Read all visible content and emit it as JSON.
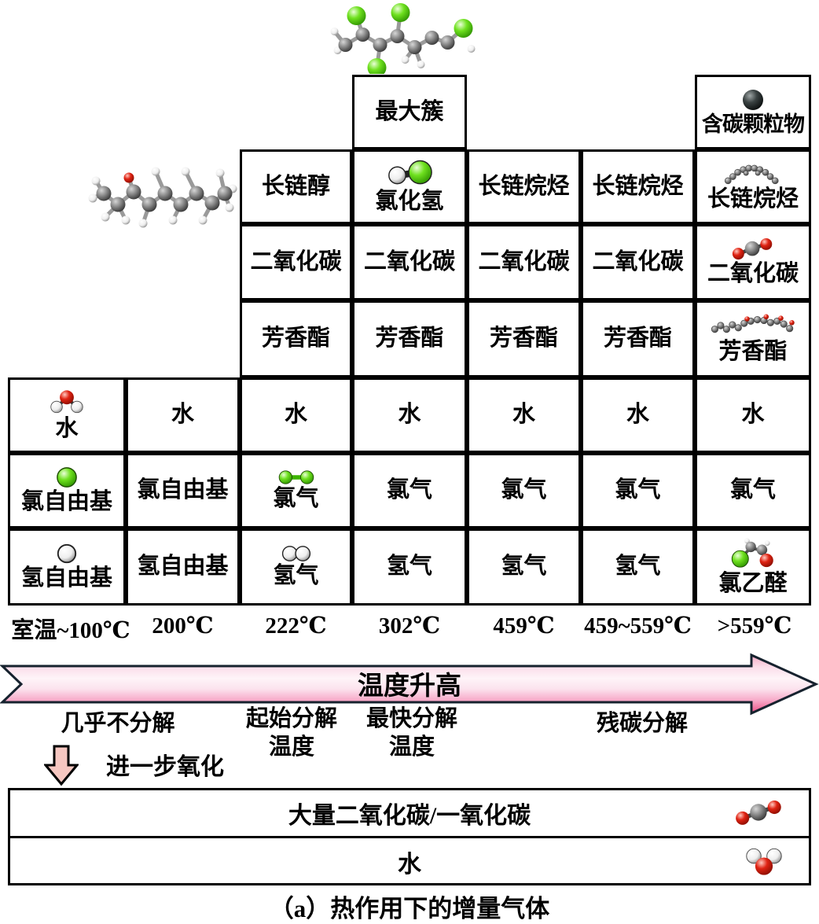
{
  "figures": {
    "top_molecule": "chlorinated-hydrocarbon-chain",
    "left_molecule": "long-chain-alcohol-molecule"
  },
  "colors": {
    "arrow_pink_deep": "#ee4f86",
    "arrow_pink_light": "#fdeef4",
    "down_arrow_fill": "#f6c7c1",
    "atom_green": "#52d413",
    "atom_red": "#dd1e10",
    "atom_gray": "#7e7e7e",
    "border": "#000000"
  },
  "grid": {
    "cells": [
      {
        "id": "a4",
        "label": "最大簇",
        "icon": null
      },
      {
        "id": "a7",
        "label": "含碳颗粒物",
        "icon": "carbon-particle"
      },
      {
        "id": "b3",
        "label": "长链醇",
        "icon": null
      },
      {
        "id": "b4",
        "label": "氯化氢",
        "icon": "hydrogen-chloride-molecule"
      },
      {
        "id": "b5",
        "label": "长链烷烃",
        "icon": null
      },
      {
        "id": "b6",
        "label": "长链烷烃",
        "icon": null
      },
      {
        "id": "b7",
        "label": "长链烷烃",
        "icon": "alkane-chain-molecule"
      },
      {
        "id": "c3",
        "label": "二氧化碳",
        "icon": null
      },
      {
        "id": "c4",
        "label": "二氧化碳",
        "icon": null
      },
      {
        "id": "c5",
        "label": "二氧化碳",
        "icon": null
      },
      {
        "id": "c6",
        "label": "二氧化碳",
        "icon": null
      },
      {
        "id": "c7",
        "label": "二氧化碳",
        "icon": "carbon-dioxide-molecule"
      },
      {
        "id": "d3",
        "label": "芳香酯",
        "icon": null
      },
      {
        "id": "d4",
        "label": "芳香酯",
        "icon": null
      },
      {
        "id": "d5",
        "label": "芳香酯",
        "icon": null
      },
      {
        "id": "d6",
        "label": "芳香酯",
        "icon": null
      },
      {
        "id": "d7",
        "label": "芳香酯",
        "icon": "aromatic-ester-molecule"
      },
      {
        "id": "e1",
        "label": "水",
        "icon": "water-molecule"
      },
      {
        "id": "e2",
        "label": "水",
        "icon": null
      },
      {
        "id": "e3",
        "label": "水",
        "icon": null
      },
      {
        "id": "e4",
        "label": "水",
        "icon": null
      },
      {
        "id": "e5",
        "label": "水",
        "icon": null
      },
      {
        "id": "e6",
        "label": "水",
        "icon": null
      },
      {
        "id": "e7",
        "label": "水",
        "icon": null
      },
      {
        "id": "f1",
        "label": "氯自由基",
        "icon": "chlorine-radical"
      },
      {
        "id": "f2",
        "label": "氯自由基",
        "icon": null
      },
      {
        "id": "f3",
        "label": "氯气",
        "icon": "chlorine-gas-molecule"
      },
      {
        "id": "f4",
        "label": "氯气",
        "icon": null
      },
      {
        "id": "f5",
        "label": "氯气",
        "icon": null
      },
      {
        "id": "f6",
        "label": "氯气",
        "icon": null
      },
      {
        "id": "f7",
        "label": "氯气",
        "icon": null
      },
      {
        "id": "g1",
        "label": "氢自由基",
        "icon": "hydrogen-radical"
      },
      {
        "id": "g2",
        "label": "氢自由基",
        "icon": null
      },
      {
        "id": "g3",
        "label": "氢气",
        "icon": "hydrogen-gas-molecule"
      },
      {
        "id": "g4",
        "label": "氢气",
        "icon": null
      },
      {
        "id": "g5",
        "label": "氢气",
        "icon": null
      },
      {
        "id": "g6",
        "label": "氢气",
        "icon": null
      },
      {
        "id": "g7",
        "label": "氯乙醛",
        "icon": "chloroacetaldehyde-molecule"
      }
    ]
  },
  "temperatures": [
    "室温~100℃",
    "200℃",
    "222℃",
    "302℃",
    "459℃",
    "459~559℃",
    ">559℃"
  ],
  "arrow": {
    "label": "温度升高"
  },
  "phases": [
    "几乎不分解",
    "起始分解\n温度",
    "最快分解\n温度",
    "残碳分解"
  ],
  "oxidation": {
    "label": "进一步氧化"
  },
  "result_box": {
    "rows": [
      {
        "label": "大量二氧化碳/一氧化碳",
        "icon": "carbon-dioxide-molecule"
      },
      {
        "label": "水",
        "icon": "water-molecule"
      }
    ]
  },
  "caption": "（a）热作用下的增量气体"
}
